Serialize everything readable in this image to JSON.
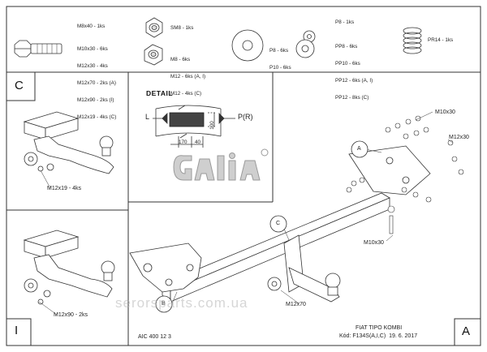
{
  "parts": {
    "bolt_list": [
      "M8x40 - 1ks",
      "M10x30 - 6ks",
      "M12x30 - 4ks",
      "M12x70 - 2ks (A)",
      "M12x90 - 2ks (I)",
      "M12x19 - 4ks (C)"
    ],
    "nut_sm8": "SM8 - 1ks",
    "nut_list": [
      "M8 - 6ks",
      "M12 - 6ks (A, I)",
      "M12 - 4ks (C)"
    ],
    "washer_list": [
      "P8 - 6ks",
      "P10 - 6ks"
    ],
    "washer_pp_header": "P8 - 1ks",
    "washer_pp_list": [
      "PP8 - 6ks",
      "PP10 - 6ks",
      "PP12 - 6ks (A, I)",
      "PP12 - 8ks (C)"
    ],
    "spring": "PR14 - 1ks"
  },
  "panels": {
    "c_label": "C",
    "c_bolt": "M12x19 - 4ks",
    "i_label": "I",
    "i_bolt": "M12x90 - 2ks"
  },
  "detail": {
    "title": "DETAIL",
    "l": "L",
    "pr": "P(R)",
    "dim_100": "100",
    "dim_170": "170",
    "dim_40": "40"
  },
  "main": {
    "bolt_top": "M10x30",
    "bolt_right": "M12x30",
    "bolt_bottom": "M10x30",
    "bolt_ball": "M12x70",
    "callout_a": "A",
    "callout_b": "B",
    "callout_c": "C",
    "corner": "A"
  },
  "footer": {
    "code": "AIC 400 12 3",
    "car": "FIAT TIPO KOMBI",
    "kod": "Kód: F134S(A,I,C)  19. 6. 2017"
  },
  "brand": {
    "logo": "Galia",
    "watermark": "serorsparts.com.ua"
  },
  "colors": {
    "line": "#2b2b2b",
    "logo_gray": "#c8c8c8",
    "wm": "#bfbfbf"
  }
}
